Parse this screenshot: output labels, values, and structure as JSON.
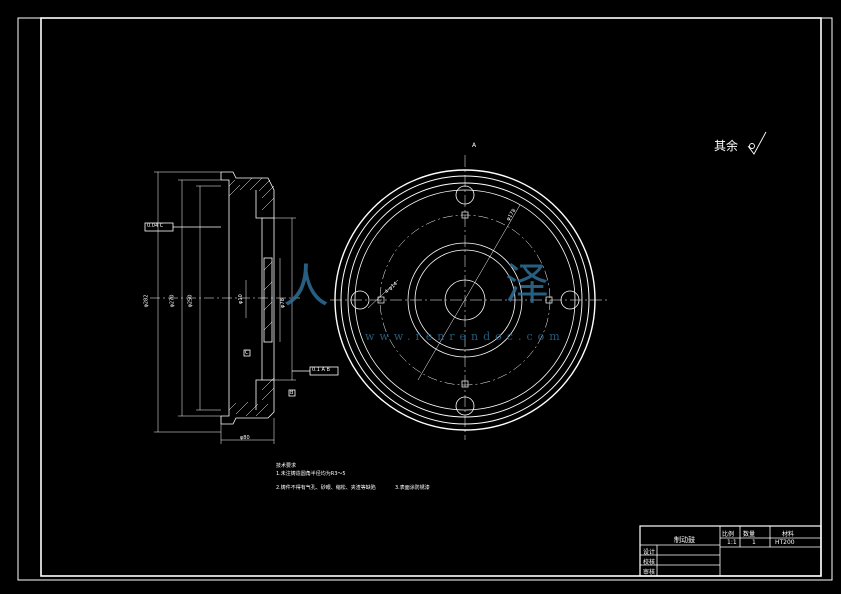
{
  "view_label": "A",
  "roughness_note": "其余",
  "tolerance": {
    "runout_top": "0.04 C",
    "runout_bottom": "0.1 A B"
  },
  "datums": {
    "c": "C",
    "b": "B"
  },
  "dims": {
    "outer_dia": "φ282",
    "mid_dia_1": "φ270",
    "mid_dia_2": "φ250",
    "hub_dia": "φ78",
    "bolt_dia": "φ10",
    "bottom_width": "φ80",
    "pcd": "φ178",
    "hole_callout": "4-φ14"
  },
  "notes": {
    "heading": "技术要求",
    "line1": "1.未注铸造圆角半径均为R3～5",
    "line2": "2.铸件不得有气孔、砂眼、缩松、夹渣等缺陷",
    "line3": "3.表面涂防锈漆"
  },
  "title_block": {
    "part_name": "制动鼓",
    "col_scale": "比例",
    "col_qty": "数量",
    "col_material": "材料",
    "scale": "1:1",
    "qty": "1",
    "material": "HT200",
    "row_design": "设计",
    "row_check": "校核",
    "row_approve": "审核"
  },
  "watermark": {
    "glyph_left": "人",
    "glyph_right": "泽",
    "url": "www.renrendoc.com"
  }
}
